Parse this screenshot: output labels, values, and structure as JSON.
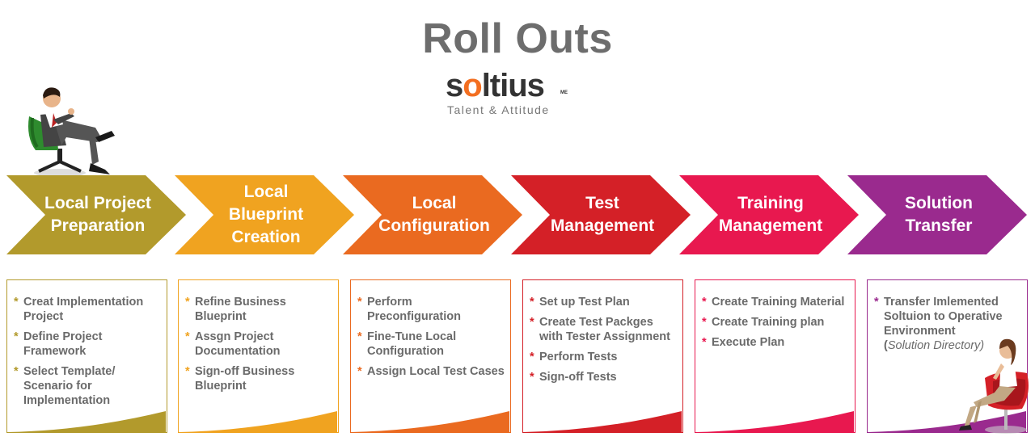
{
  "title": "Roll Outs",
  "logo": {
    "word_pre": "s",
    "word_o": "o",
    "word_post": "ltius",
    "suffix": "ME",
    "tagline": "Talent & Attitude"
  },
  "phases": [
    {
      "label": "Local Project\nPreparation",
      "color": "#b29a2c",
      "star_color": "#b29a2c"
    },
    {
      "label": "Local\nBlueprint\nCreation",
      "color": "#f0a320",
      "star_color": "#f0a320"
    },
    {
      "label": "Local\nConfiguration",
      "color": "#ea6a20",
      "star_color": "#ea6a20"
    },
    {
      "label": "Test\nManagement",
      "color": "#d42027",
      "star_color": "#d42027"
    },
    {
      "label": "Training\nManagement",
      "color": "#e8184f",
      "star_color": "#e8184f"
    },
    {
      "label": "Solution\nTransfer",
      "color": "#9a2a8e",
      "star_color": "#9a2a8e"
    }
  ],
  "boxes": [
    {
      "items": [
        "Creat Implementation\nProject",
        "Define Project\nFramework",
        "Select Template/\nScenario for\nImplementation"
      ]
    },
    {
      "items": [
        "Refine Business\nBlueprint",
        "Assgn Project\nDocumentation",
        "Sign-off Business\nBlueprint"
      ]
    },
    {
      "items": [
        "Perform\nPreconfiguration",
        "Fine-Tune Local\nConfiguration",
        "Assign Local Test Cases"
      ]
    },
    {
      "items": [
        "Set up Test Plan",
        "Create Test Packges\nwith Tester Assignment",
        "Perform Tests",
        "Sign-off Tests"
      ]
    },
    {
      "items": [
        "Create Training Material",
        "Create Training plan",
        "Execute Plan"
      ]
    },
    {
      "items": [
        "Transfer Imlemented\nSoltuion to Operative\nEnvironment"
      ],
      "note_open": "(",
      "note": "Solution Directory)"
    }
  ],
  "star": "*"
}
